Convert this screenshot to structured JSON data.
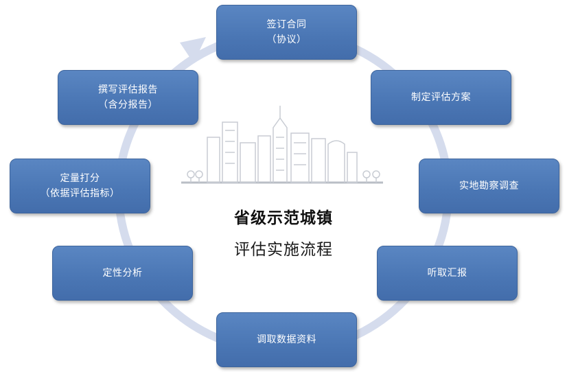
{
  "colors": {
    "node_fill": "#4f7dbd",
    "node_border": "#3d649c",
    "ring": "#d5dced",
    "skyline": "#c8ccd3",
    "title": "#111111"
  },
  "center": {
    "line1": "省级示范城镇",
    "line2": "评估实施流程"
  },
  "steps": [
    {
      "id": "sign-contract",
      "line1": "签订合同",
      "line2": "（协议）"
    },
    {
      "id": "formulate-plan",
      "line1": "制定评估方案",
      "line2": ""
    },
    {
      "id": "site-survey",
      "line1": "实地勘察调查",
      "line2": ""
    },
    {
      "id": "hear-report",
      "line1": "听取汇报",
      "line2": ""
    },
    {
      "id": "collect-data",
      "line1": "调取数据资料",
      "line2": ""
    },
    {
      "id": "qualitative-analysis",
      "line1": "定性分析",
      "line2": ""
    },
    {
      "id": "quantitative-scoring",
      "line1": "定量打分",
      "line2": "（依据评估指标）"
    },
    {
      "id": "write-report",
      "line1": "撰写评估报告",
      "line2": "（含分报告）"
    }
  ],
  "icons": {
    "flow_arrow": "cycle-arrow-icon",
    "illustration": "city-skyline-icon"
  }
}
